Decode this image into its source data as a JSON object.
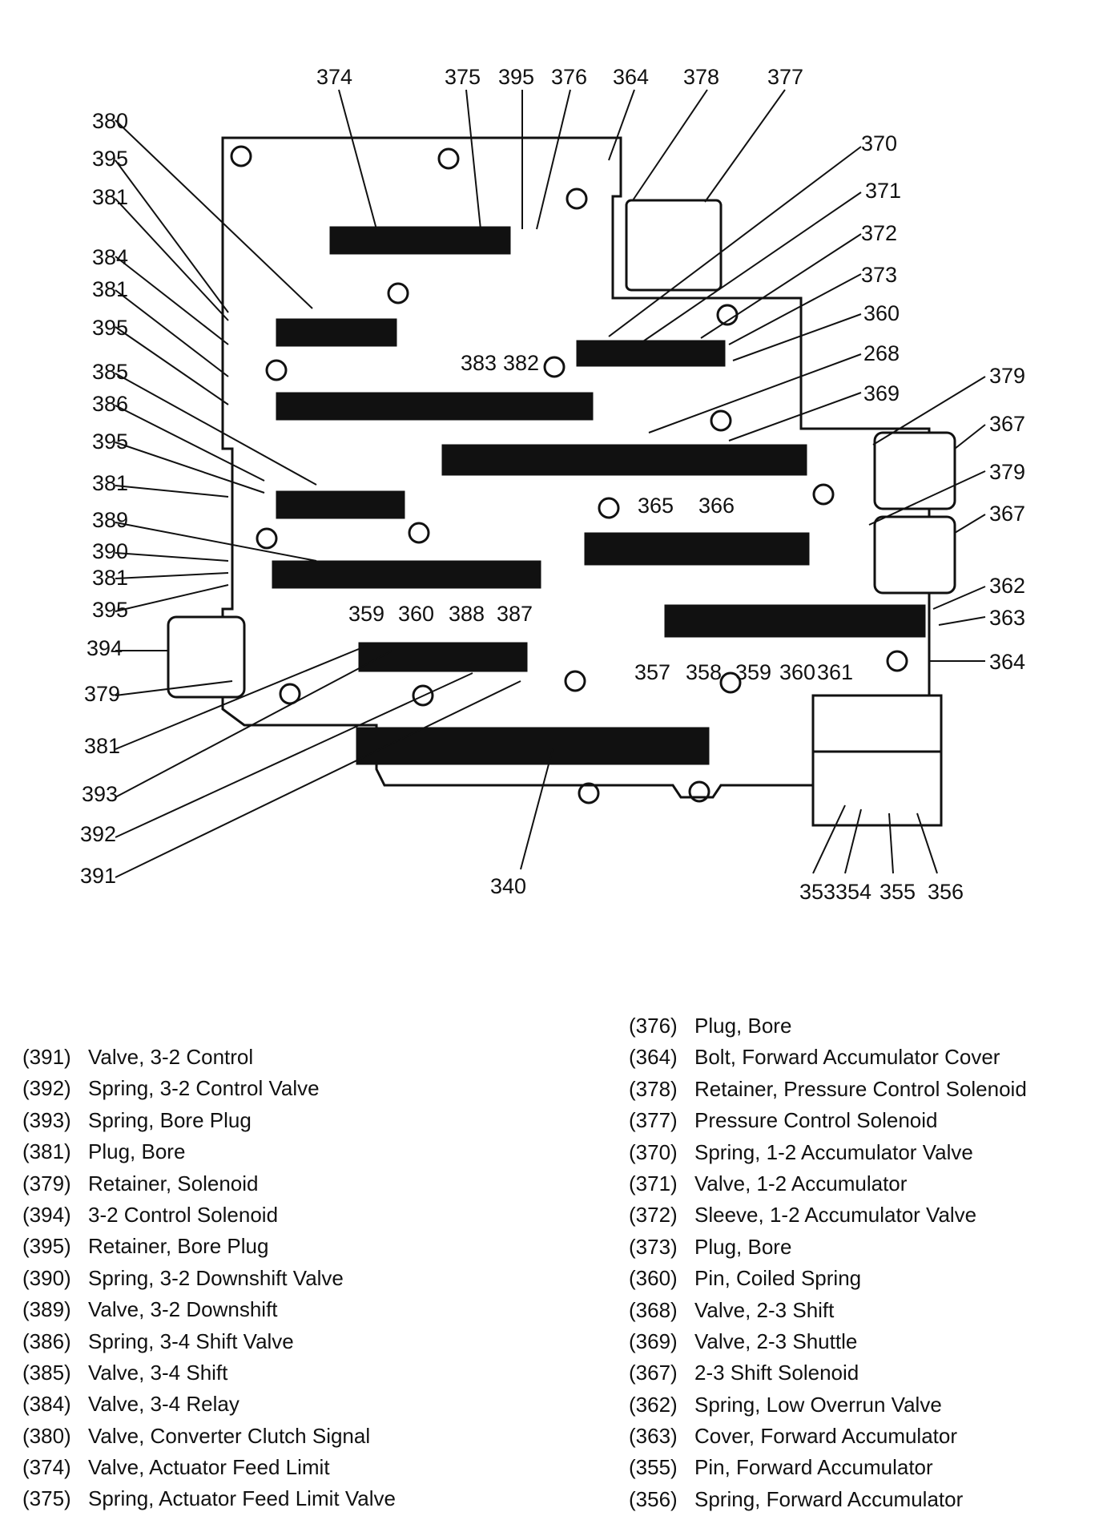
{
  "callouts_top": [
    "374",
    "375",
    "395",
    "376",
    "364",
    "378",
    "377"
  ],
  "callouts_left": [
    "380",
    "395",
    "381",
    "384",
    "381",
    "395",
    "385",
    "386",
    "395",
    "381",
    "389",
    "390",
    "381",
    "395",
    "394",
    "379",
    "381",
    "393",
    "392",
    "391"
  ],
  "callouts_right": [
    "370",
    "371",
    "372",
    "373",
    "360",
    "268",
    "369",
    "379",
    "367",
    "379",
    "367",
    "362",
    "363",
    "364"
  ],
  "callouts_inner": [
    "383",
    "382",
    "365",
    "366",
    "359",
    "360",
    "388",
    "387",
    "357",
    "358",
    "359",
    "360",
    "361"
  ],
  "callouts_bottom": [
    "340",
    "353",
    "354",
    "355",
    "356"
  ],
  "legend_left": [
    {
      "num": "(391)",
      "text": "Valve, 3-2 Control"
    },
    {
      "num": "(392)",
      "text": "Spring, 3-2 Control Valve"
    },
    {
      "num": "(393)",
      "text": "Spring, Bore Plug"
    },
    {
      "num": "(381)",
      "text": "Plug, Bore"
    },
    {
      "num": "(379)",
      "text": "Retainer, Solenoid"
    },
    {
      "num": "(394)",
      "text": "3-2 Control Solenoid"
    },
    {
      "num": "(395)",
      "text": "Retainer, Bore Plug"
    },
    {
      "num": "(390)",
      "text": "Spring, 3-2 Downshift Valve"
    },
    {
      "num": "(389)",
      "text": "Valve, 3-2 Downshift"
    },
    {
      "num": "(386)",
      "text": "Spring, 3-4 Shift Valve"
    },
    {
      "num": "(385)",
      "text": "Valve, 3-4 Shift"
    },
    {
      "num": "(384)",
      "text": "Valve, 3-4 Relay"
    },
    {
      "num": "(380)",
      "text": "Valve, Converter Clutch Signal"
    },
    {
      "num": "(374)",
      "text": "Valve, Actuator Feed Limit"
    },
    {
      "num": "(375)",
      "text": "Spring, Actuator Feed Limit Valve"
    }
  ],
  "legend_right": [
    {
      "num": "(376)",
      "text": "Plug, Bore"
    },
    {
      "num": "(364)",
      "text": "Bolt, Forward Accumulator Cover"
    },
    {
      "num": "(378)",
      "text": "Retainer, Pressure Control Solenoid"
    },
    {
      "num": "(377)",
      "text": "Pressure Control Solenoid"
    },
    {
      "num": "(370)",
      "text": "Spring, 1-2 Accumulator Valve"
    },
    {
      "num": "(371)",
      "text": "Valve, 1-2 Accumulator"
    },
    {
      "num": "(372)",
      "text": "Sleeve, 1-2 Accumulator Valve"
    },
    {
      "num": "(373)",
      "text": "Plug, Bore"
    },
    {
      "num": "(360)",
      "text": "Pin, Coiled Spring"
    },
    {
      "num": "(368)",
      "text": "Valve, 2-3 Shift"
    },
    {
      "num": "(369)",
      "text": "Valve, 2-3 Shuttle"
    },
    {
      "num": "(367)",
      "text": "2-3 Shift Solenoid"
    },
    {
      "num": "(362)",
      "text": "Spring, Low Overrun Valve"
    },
    {
      "num": "(363)",
      "text": "Cover, Forward Accumulator"
    },
    {
      "num": "(355)",
      "text": "Pin, Forward Accumulator"
    },
    {
      "num": "(356)",
      "text": "Spring, Forward Accumulator"
    }
  ]
}
